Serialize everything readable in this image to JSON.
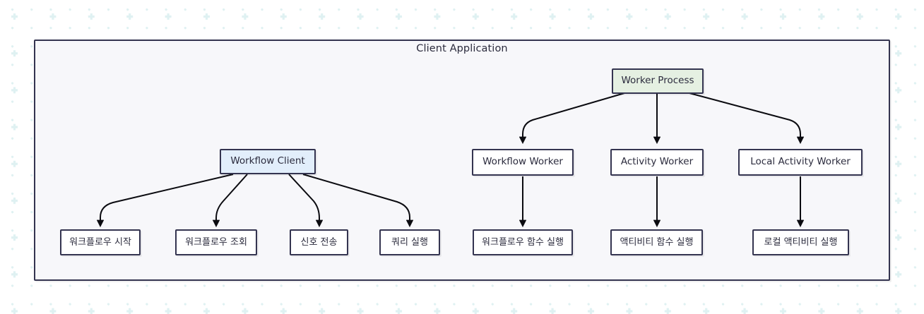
{
  "diagram": {
    "title": "Client Application",
    "background": {
      "pattern_color": "#dff1f2",
      "page_color": "#ffffff",
      "container_fill": "#f7f7fa",
      "border_color": "#343450",
      "text_color": "#2b2b3d"
    },
    "nodes": {
      "worker_process": {
        "label": "Worker Process",
        "fill": "#e5f0e2"
      },
      "workflow_client": {
        "label": "Workflow Client",
        "fill": "#e2eefb"
      },
      "workflow_worker": {
        "label": "Workflow Worker",
        "fill": "#ffffff"
      },
      "activity_worker": {
        "label": "Activity Worker",
        "fill": "#ffffff"
      },
      "local_activity_worker": {
        "label": "Local Activity Worker",
        "fill": "#ffffff"
      },
      "start_workflow": {
        "label": "워크플로우 시작",
        "fill": "#ffffff"
      },
      "query_workflow": {
        "label": "워크플로우 조회",
        "fill": "#ffffff"
      },
      "send_signal": {
        "label": "신호 전송",
        "fill": "#ffffff"
      },
      "run_query": {
        "label": "쿼리 실행",
        "fill": "#ffffff"
      },
      "run_workflow_fn": {
        "label": "워크플로우 함수 실행",
        "fill": "#ffffff"
      },
      "run_activity_fn": {
        "label": "액티비티 함수 실행",
        "fill": "#ffffff"
      },
      "run_local_activity": {
        "label": "로컬 액티비티 실행",
        "fill": "#ffffff"
      }
    },
    "edges": [
      {
        "from": "workflow_client",
        "to": "start_workflow"
      },
      {
        "from": "workflow_client",
        "to": "query_workflow"
      },
      {
        "from": "workflow_client",
        "to": "send_signal"
      },
      {
        "from": "workflow_client",
        "to": "run_query"
      },
      {
        "from": "worker_process",
        "to": "workflow_worker"
      },
      {
        "from": "worker_process",
        "to": "activity_worker"
      },
      {
        "from": "worker_process",
        "to": "local_activity_worker"
      },
      {
        "from": "workflow_worker",
        "to": "run_workflow_fn"
      },
      {
        "from": "activity_worker",
        "to": "run_activity_fn"
      },
      {
        "from": "local_activity_worker",
        "to": "run_local_activity"
      }
    ]
  }
}
